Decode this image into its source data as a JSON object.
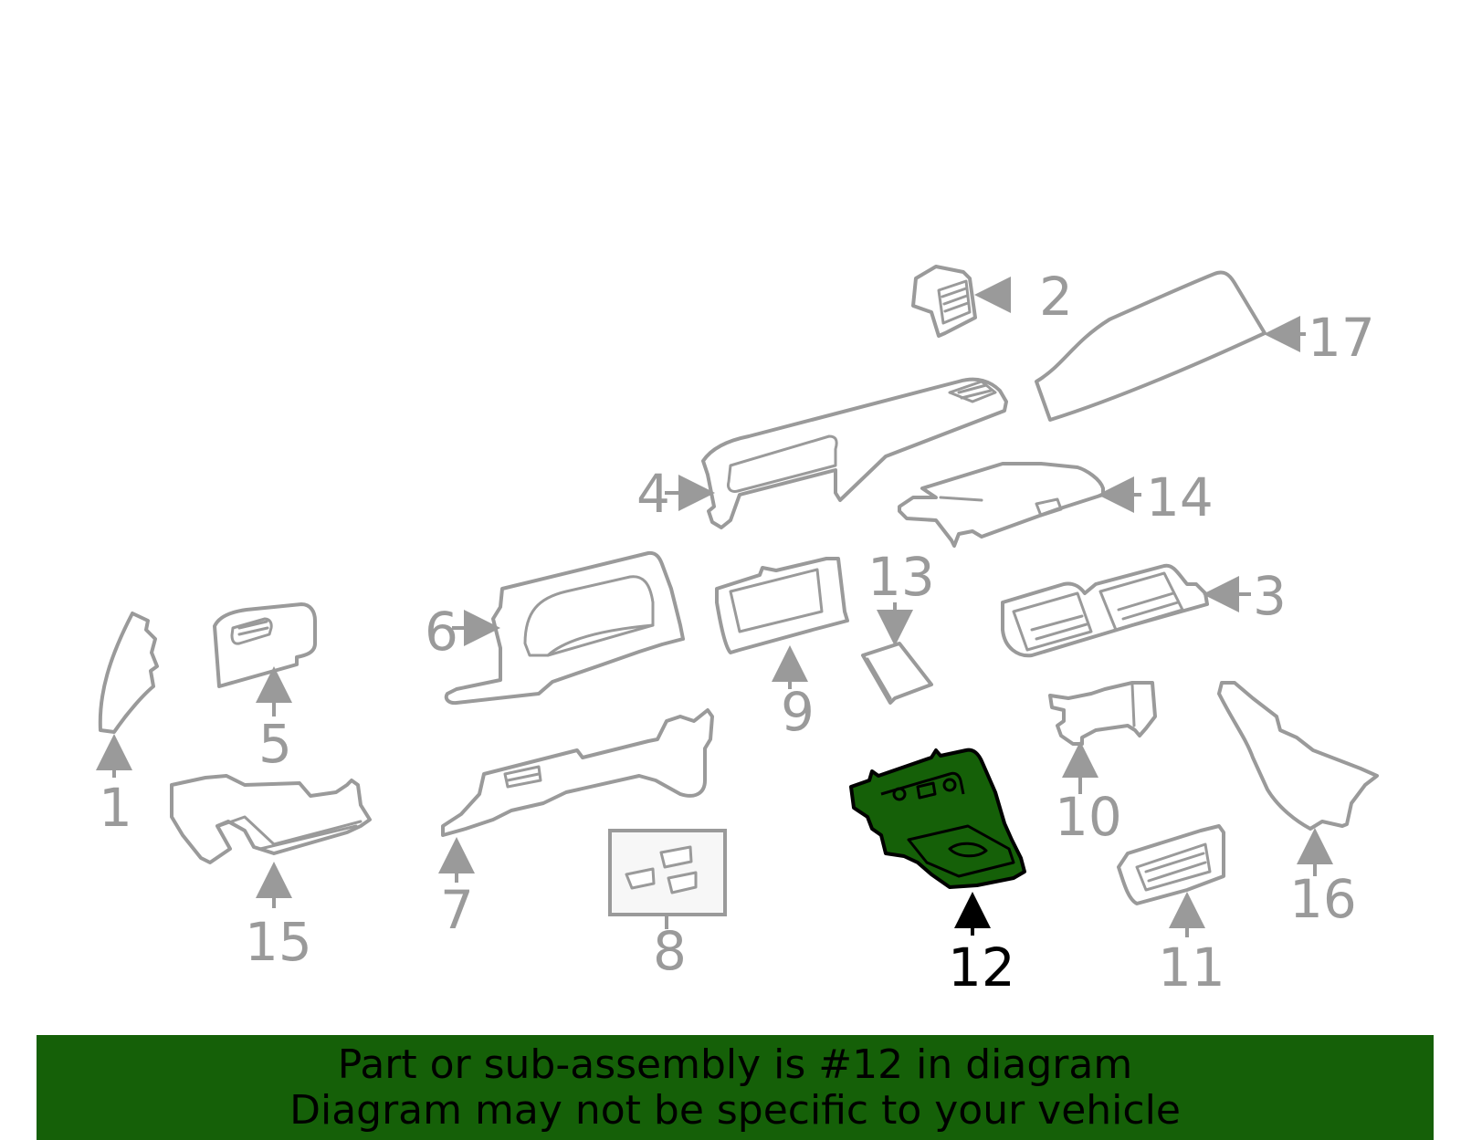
{
  "diagram": {
    "callouts": [
      "1",
      "2",
      "3",
      "4",
      "5",
      "6",
      "7",
      "8",
      "9",
      "10",
      "11",
      "12",
      "13",
      "14",
      "15",
      "16",
      "17"
    ],
    "highlighted_callout": "12",
    "highlight_color": "#156008",
    "part_outline_color": "#9a9a9a"
  },
  "banner": {
    "line1": "Part or sub-assembly is #12 in diagram",
    "line2": "Diagram may not be specific to your vehicle",
    "background": "#156008"
  }
}
